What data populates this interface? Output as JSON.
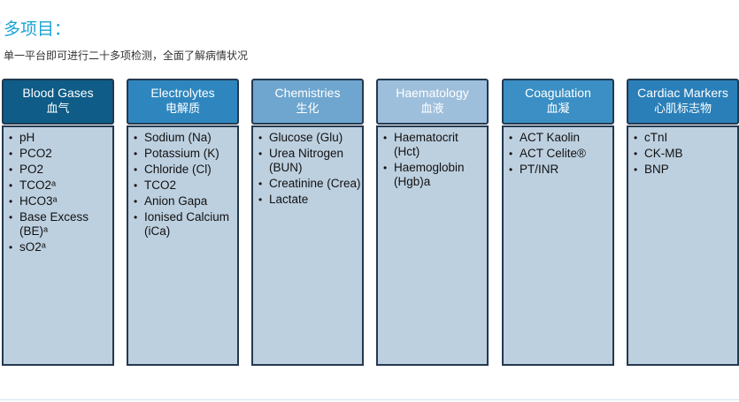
{
  "header": {
    "title": "多项目：",
    "subtitle": "单一平台即可进行二十多项检测，全面了解病情状况"
  },
  "columns": [
    {
      "name_en": "Blood Gases",
      "name_zh": "血气",
      "header_color": "#0e5c87",
      "items": [
        "pH",
        "PCO2",
        "PO2",
        "TCO2ᵃ",
        "HCO3ᵃ",
        "Base Excess (BE)ᵃ",
        "sO2ᵃ"
      ]
    },
    {
      "name_en": "Electrolytes",
      "name_zh": "电解质",
      "header_color": "#2f86be",
      "items": [
        "Sodium (Na)",
        "Potassium (K)",
        "Chloride (Cl)",
        "TCO2",
        "Anion Gapa",
        "Ionised Calcium (iCa)"
      ]
    },
    {
      "name_en": "Chemistries",
      "name_zh": "生化",
      "header_color": "#6ea6cf",
      "items": [
        "Glucose (Glu)",
        "Urea Nitrogen (BUN)",
        "Creatinine (Crea)",
        "Lactate"
      ]
    },
    {
      "name_en": "Haematology",
      "name_zh": "血液",
      "header_color": "#9ebfdb",
      "items": [
        " Haematocrit (Hct)",
        "Haemoglobin (Hgb)a"
      ]
    },
    {
      "name_en": "Coagulation",
      "name_zh": "血凝",
      "header_color": "#3b8fc4",
      "items": [
        " ACT Kaolin",
        "ACT Celite®",
        "PT/INR"
      ]
    },
    {
      "name_en": "Cardiac Markers",
      "name_zh": "心肌标志物",
      "header_color": "#2a7fb8",
      "items": [
        "cTnI",
        "CK-MB",
        "BNP"
      ]
    }
  ]
}
